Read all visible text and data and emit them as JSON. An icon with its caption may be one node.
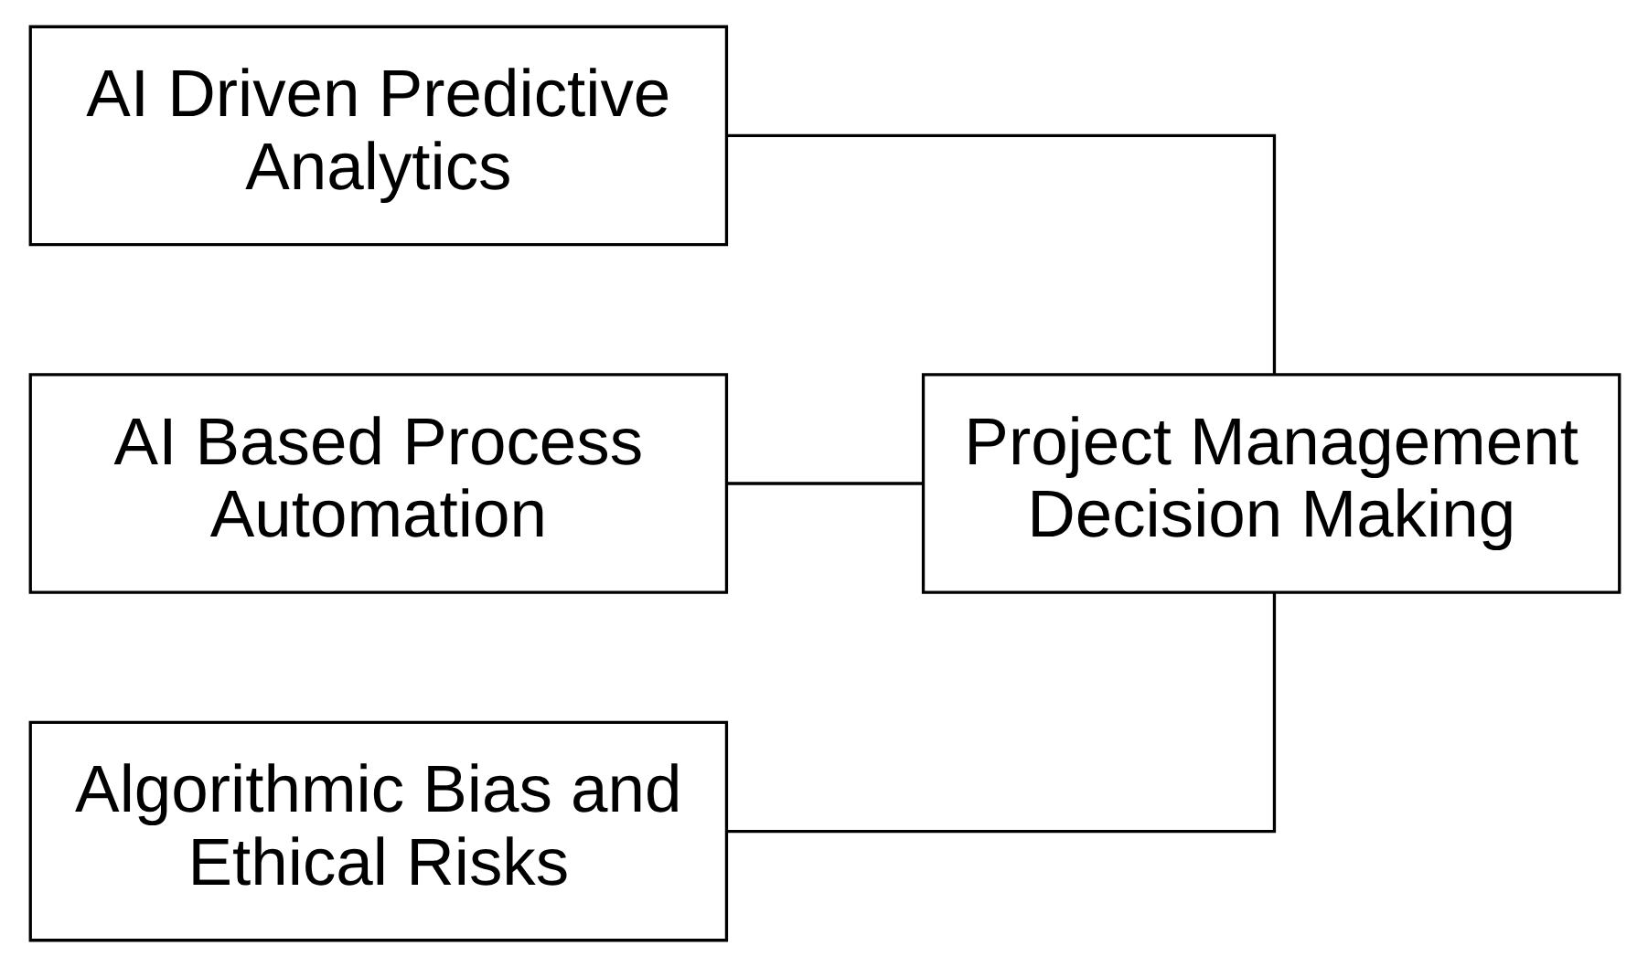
{
  "diagram": {
    "nodes": [
      {
        "text": [
          "AI Driven Predictive Analytics"
        ]
      },
      {
        "text": [
          "AI Based Process Automation"
        ]
      },
      {
        "text": [
          "Algorithmic Bias and Ethical Risks"
        ]
      },
      {
        "text": [
          "Project Management Decision Making"
        ]
      }
    ],
    "edges": [
      {
        "from": 0,
        "to": 3,
        "arrow": "none"
      },
      {
        "from": 1,
        "to": 3,
        "arrow": "none"
      },
      {
        "from": 2,
        "to": 3,
        "arrow": "none"
      }
    ]
  }
}
